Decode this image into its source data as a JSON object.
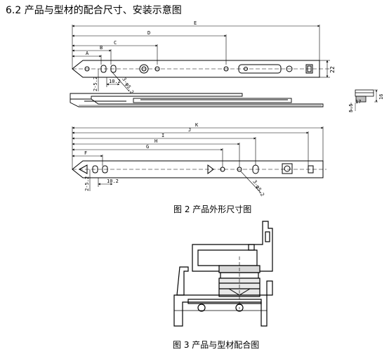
{
  "heading": "6.2 产品与型材的配合尺寸、安装示意图",
  "figure2": {
    "caption": "图 2   产品外形尺寸图",
    "top_dims": [
      "E",
      "D",
      "C",
      "B",
      "A"
    ],
    "top_values": [
      "2-5.2",
      "10.2",
      "3-φ5.2",
      "22"
    ],
    "side_values": [
      "16",
      "17",
      "5.5"
    ],
    "bottom_dims": [
      "K",
      "J",
      "I",
      "H",
      "G",
      "F"
    ],
    "bottom_values": [
      "2-5.2",
      "10.2",
      "3-φ5.2"
    ]
  },
  "figure3": {
    "caption": "图 3   产品与型材配合图"
  }
}
